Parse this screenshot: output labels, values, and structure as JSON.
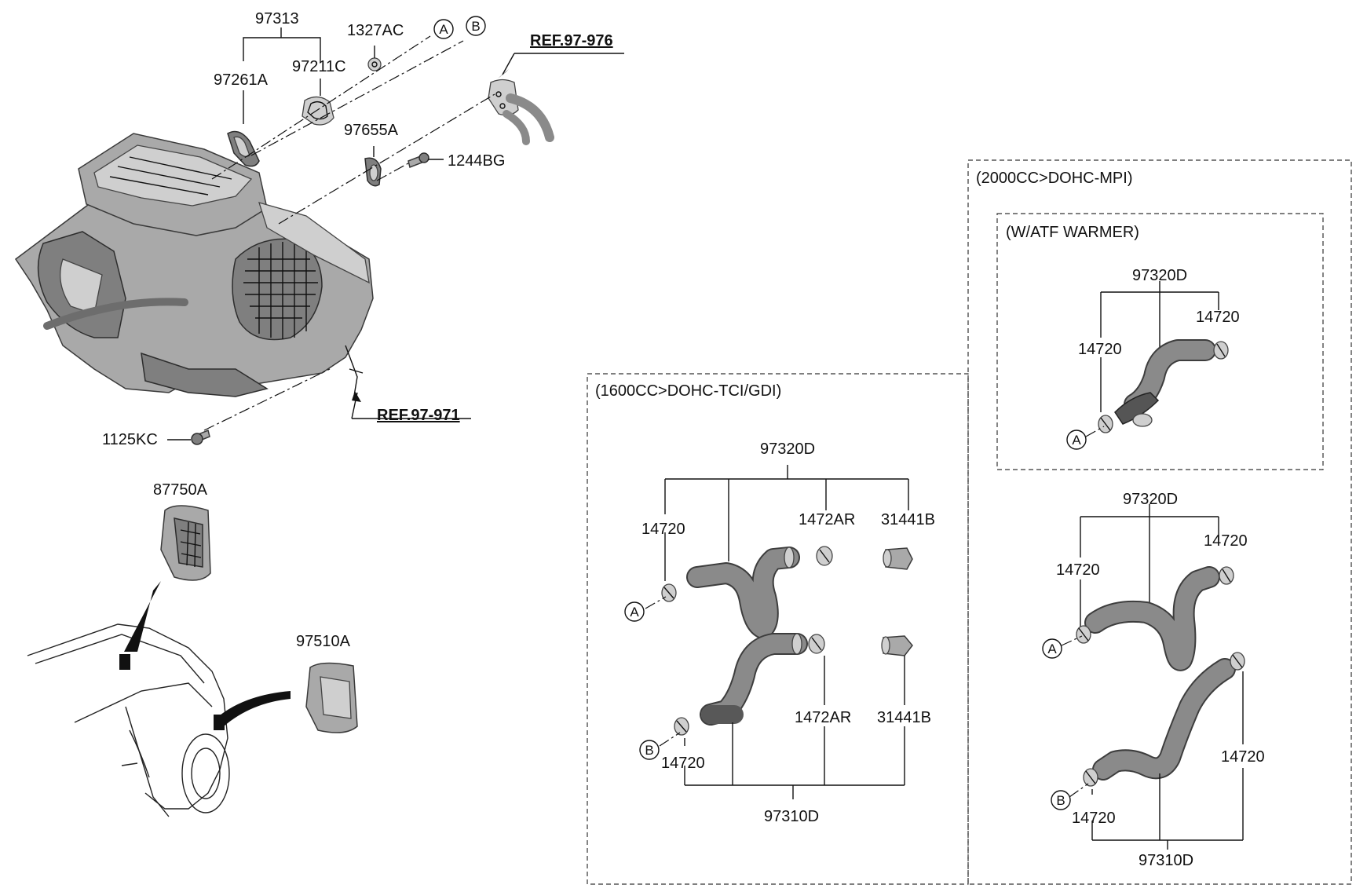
{
  "labels": {
    "p97313": "97313",
    "p1327AC": "1327AC",
    "p97261A": "97261A",
    "p97211C": "97211C",
    "ref97976": "REF.97-976",
    "p97655A": "97655A",
    "p1244BG": "1244BG",
    "ref97971": "REF.97-971",
    "p1125KC": "1125KC",
    "p87750A": "87750A",
    "p97510A": "97510A"
  },
  "callouts": {
    "a": "A",
    "b": "B"
  },
  "sections": {
    "tci": {
      "title": "(1600CC>DOHC-TCI/GDI)",
      "upper_group": "97320D",
      "upper_clamp": "14720",
      "upper_1472AR": "1472AR",
      "upper_31441B": "31441B",
      "lower_1472AR": "1472AR",
      "lower_31441B": "31441B",
      "lower_clamp": "14720",
      "lower_group": "97310D"
    },
    "mpi": {
      "title": "(2000CC>DOHC-MPI)",
      "atf_title": "(W/ATF WARMER)",
      "atf_group": "97320D",
      "atf_clamp_right": "14720",
      "atf_clamp_left": "14720",
      "upper_group": "97320D",
      "upper_clamp_right": "14720",
      "upper_clamp_left": "14720",
      "lower_clamp_right": "14720",
      "lower_clamp_left": "14720",
      "lower_group": "97310D"
    }
  }
}
